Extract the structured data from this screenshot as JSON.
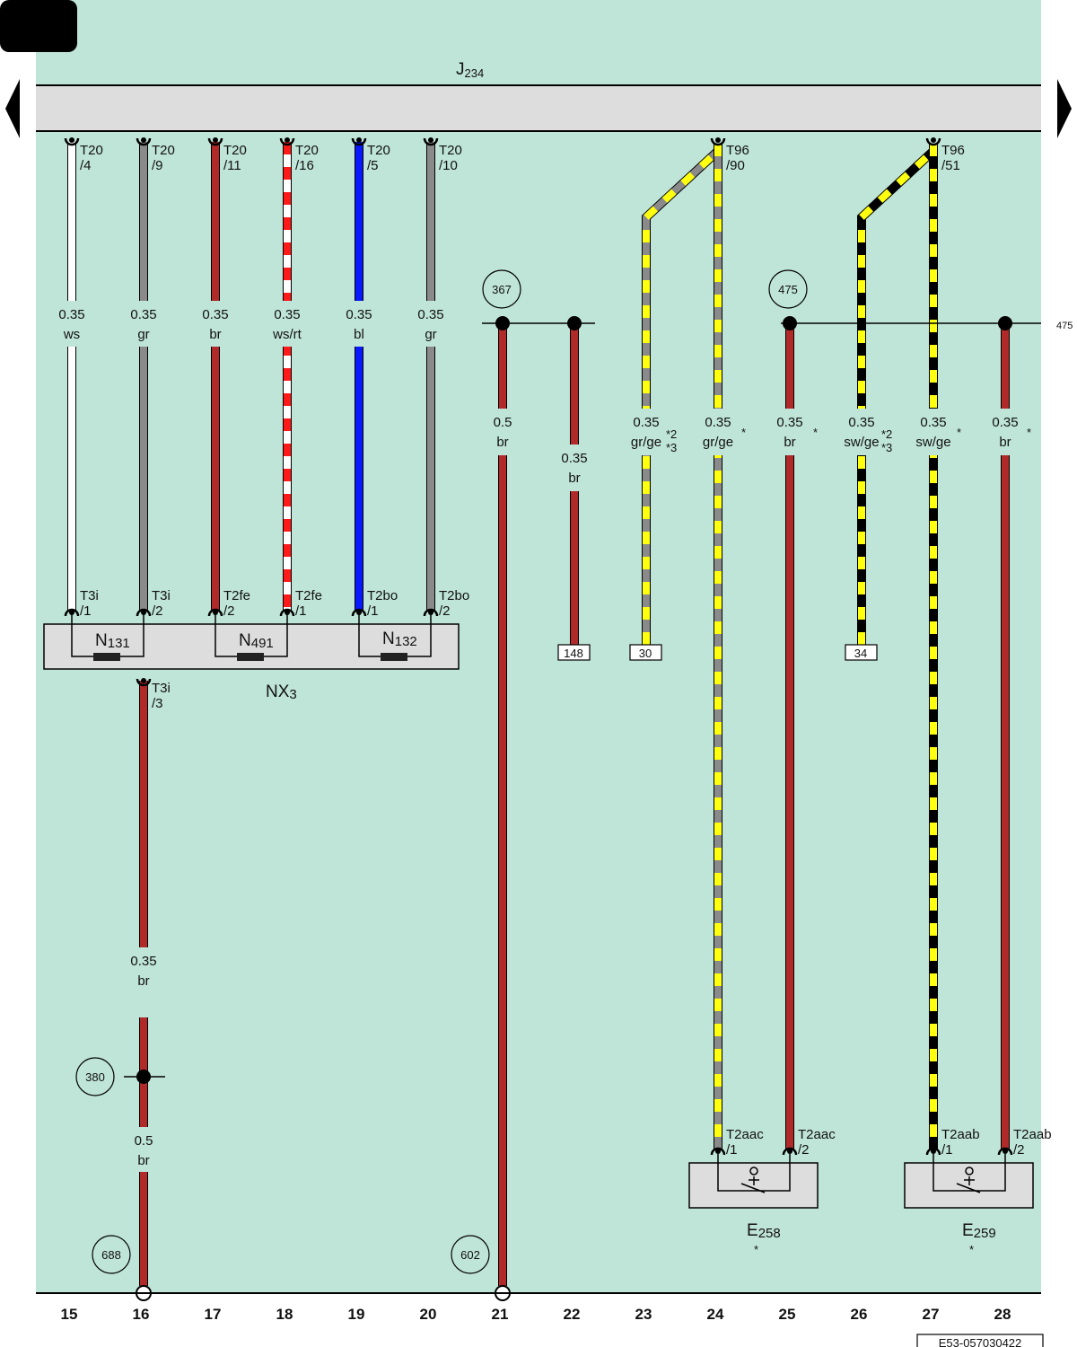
{
  "colors": {
    "background": "#bfe4d8",
    "ws": "#ffffff",
    "gr": "#8a8a8a",
    "br": "#b12a2a",
    "rt": "#ff1a1a",
    "bl": "#0a18ff",
    "ge": "#ffff10",
    "sw": "#000000",
    "bar": "#dddddd"
  },
  "header": {
    "control_unit_main": "J",
    "control_unit_sub": "234",
    "reference_475": "475"
  },
  "wires": [
    {
      "id": "w15",
      "pin": [
        "T20",
        "/4"
      ],
      "size": "0.35",
      "color": "ws",
      "colors": [
        "ws"
      ]
    },
    {
      "id": "w16",
      "pin": [
        "T20",
        "/9"
      ],
      "size": "0.35",
      "color": "gr",
      "colors": [
        "gr"
      ]
    },
    {
      "id": "w17",
      "pin": [
        "T20",
        "/11"
      ],
      "size": "0.35",
      "color": "br",
      "colors": [
        "br"
      ]
    },
    {
      "id": "w18",
      "pin": [
        "T20",
        "/16"
      ],
      "size": "0.35",
      "color": "ws/rt",
      "colors": [
        "ws",
        "rt"
      ]
    },
    {
      "id": "w19",
      "pin": [
        "T20",
        "/5"
      ],
      "size": "0.35",
      "color": "bl",
      "colors": [
        "bl"
      ]
    },
    {
      "id": "w20",
      "pin": [
        "T20",
        "/10"
      ],
      "size": "0.35",
      "color": "gr",
      "colors": [
        "gr"
      ]
    },
    {
      "id": "w21",
      "size": "0.5",
      "color": "br",
      "colors": [
        "br"
      ]
    },
    {
      "id": "w22",
      "size": "0.35",
      "color": "br",
      "colors": [
        "br"
      ]
    },
    {
      "id": "w23",
      "size": "0.35",
      "color": "gr/ge",
      "colors": [
        "gr",
        "ge"
      ],
      "notes": [
        "*2",
        "*3"
      ]
    },
    {
      "id": "w24",
      "pin": [
        "T96",
        "/90"
      ],
      "size": "0.35",
      "color": "gr/ge",
      "colors": [
        "gr",
        "ge"
      ],
      "notes": [
        "*"
      ]
    },
    {
      "id": "w25",
      "size": "0.35",
      "color": "br",
      "colors": [
        "br"
      ],
      "notes": [
        "*"
      ]
    },
    {
      "id": "w26",
      "size": "0.35",
      "color": "sw/ge",
      "colors": [
        "sw",
        "ge"
      ],
      "notes": [
        "*2",
        "*3"
      ]
    },
    {
      "id": "w27",
      "pin": [
        "T96",
        "/51"
      ],
      "size": "0.35",
      "color": "sw/ge",
      "colors": [
        "sw",
        "ge"
      ],
      "notes": [
        "*"
      ]
    },
    {
      "id": "w28",
      "size": "0.35",
      "color": "br",
      "colors": [
        "br"
      ],
      "notes": [
        "*"
      ]
    }
  ],
  "wire16_lower": [
    {
      "size": "0.35",
      "color": "br"
    },
    {
      "size": "0.5",
      "color": "br"
    }
  ],
  "component_pins": {
    "p15": [
      "T3i",
      "/1"
    ],
    "p16": [
      "T3i",
      "/2"
    ],
    "p17": [
      "T2fe",
      "/2"
    ],
    "p18": [
      "T2fe",
      "/1"
    ],
    "p19": [
      "T2bo",
      "/1"
    ],
    "p20": [
      "T2bo",
      "/2"
    ],
    "p16b": [
      "T3i",
      "/3"
    ],
    "p24": [
      "T2aac",
      "/1"
    ],
    "p25": [
      "T2aac",
      "/2"
    ],
    "p27": [
      "T2aab",
      "/1"
    ],
    "p28": [
      "T2aab",
      "/2"
    ]
  },
  "components": {
    "N131": {
      "main": "N",
      "sub": "131"
    },
    "N491": {
      "main": "N",
      "sub": "491"
    },
    "N132": {
      "main": "N",
      "sub": "132"
    },
    "NX3": {
      "main": "NX",
      "sub": "3"
    },
    "E258": {
      "main": "E",
      "sub": "258",
      "note": "*"
    },
    "E259": {
      "main": "E",
      "sub": "259",
      "note": "*"
    }
  },
  "circle_refs": {
    "r367": "367",
    "r475": "475",
    "r380": "380",
    "r688": "688",
    "r602": "602"
  },
  "box_refs": {
    "b148": "148",
    "b30": "30",
    "b34": "34"
  },
  "footer": {
    "numbers": [
      "15",
      "16",
      "17",
      "18",
      "19",
      "20",
      "21",
      "22",
      "23",
      "24",
      "25",
      "26",
      "27",
      "28"
    ],
    "diagram_id": "E53-057030422"
  }
}
